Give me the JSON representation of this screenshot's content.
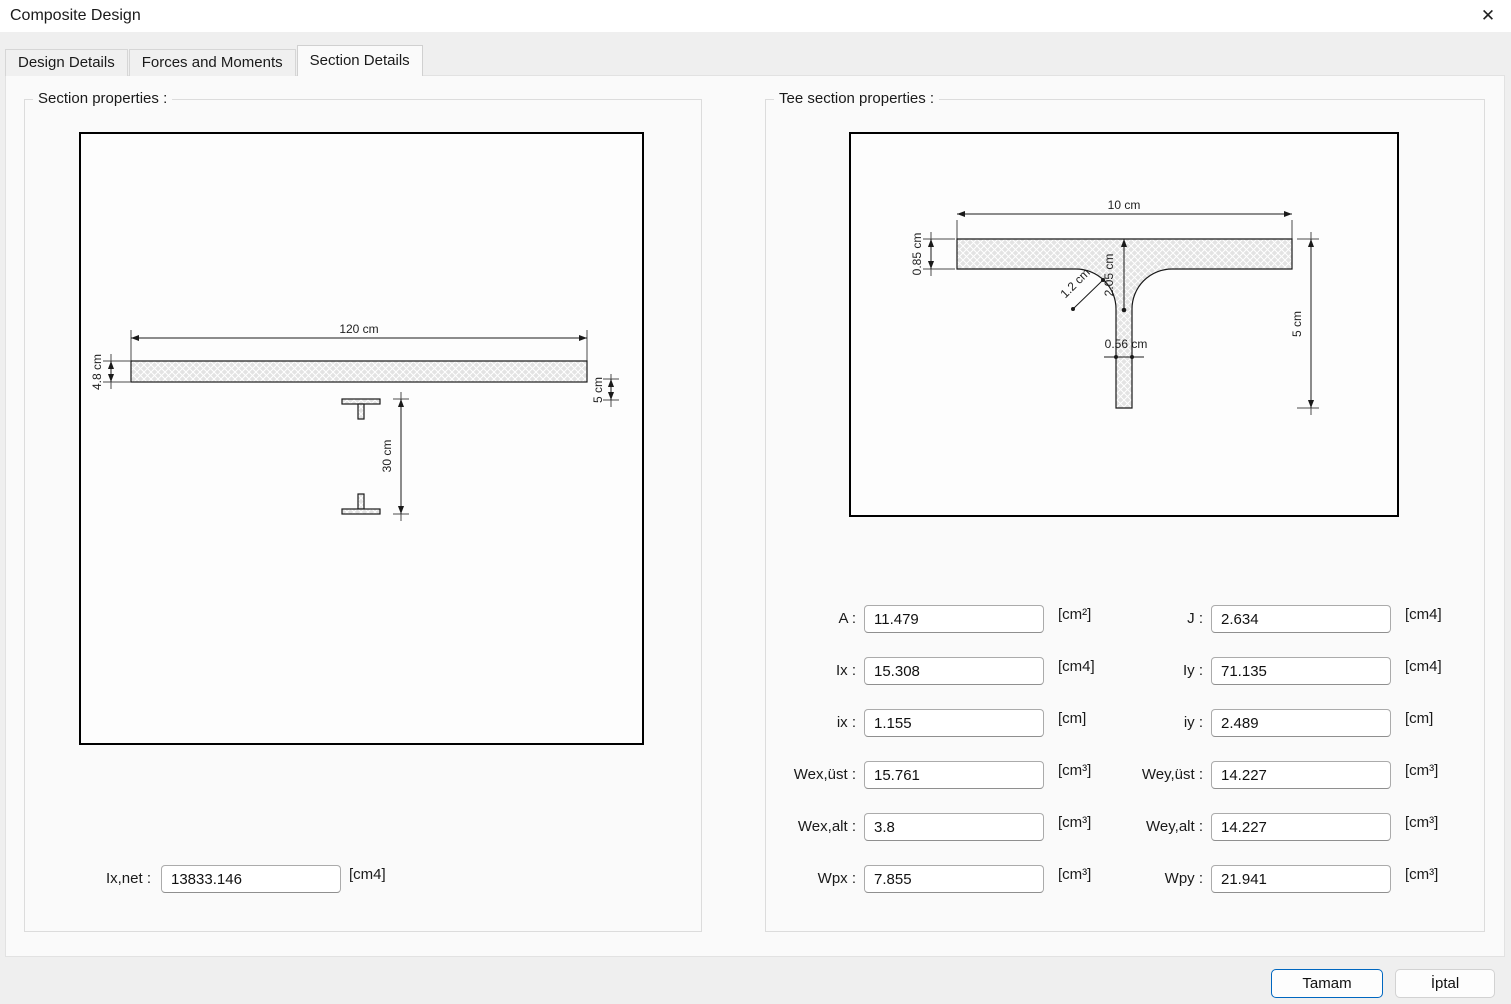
{
  "window": {
    "title": "Composite Design",
    "close_icon": "✕"
  },
  "tabs": [
    {
      "label": "Design Details"
    },
    {
      "label": "Forces and Moments"
    },
    {
      "label": "Section Details"
    }
  ],
  "section_properties": {
    "group_title": "Section properties :",
    "drawing": {
      "slab_width": "120 cm",
      "slab_thickness": "4.8 cm",
      "haunch_depth": "5 cm",
      "beam_depth": "30 cm"
    },
    "ixnet_label": "Ix,net :",
    "ixnet_value": "13833.146",
    "ixnet_unit": "[cm4]"
  },
  "tee_section_properties": {
    "group_title": "Tee section properties :",
    "drawing": {
      "flange_width": "10 cm",
      "flange_thickness": "0.85 cm",
      "fillet_radius": "1.2 cm",
      "fillet_depth": "2.05 cm",
      "web_thickness": "0.56 cm",
      "total_depth": "5 cm"
    },
    "fields_left": [
      {
        "label": "A :",
        "value": "11.479",
        "unit": "[cm²]"
      },
      {
        "label": "Ix :",
        "value": "15.308",
        "unit": "[cm4]"
      },
      {
        "label": "ix :",
        "value": "1.155",
        "unit": "[cm]"
      },
      {
        "label": "Wex,üst :",
        "value": "15.761",
        "unit": "[cm³]"
      },
      {
        "label": "Wex,alt :",
        "value": "3.8",
        "unit": "[cm³]"
      },
      {
        "label": "Wpx :",
        "value": "7.855",
        "unit": "[cm³]"
      }
    ],
    "fields_right": [
      {
        "label": "J :",
        "value": "2.634",
        "unit": "[cm4]"
      },
      {
        "label": "Iy :",
        "value": "71.135",
        "unit": "[cm4]"
      },
      {
        "label": "iy :",
        "value": "2.489",
        "unit": "[cm]"
      },
      {
        "label": "Wey,üst :",
        "value": "14.227",
        "unit": "[cm³]"
      },
      {
        "label": "Wey,alt :",
        "value": "14.227",
        "unit": "[cm³]"
      },
      {
        "label": "Wpy :",
        "value": "21.941",
        "unit": "[cm³]"
      }
    ]
  },
  "buttons": {
    "ok": "Tamam",
    "cancel": "İptal"
  }
}
